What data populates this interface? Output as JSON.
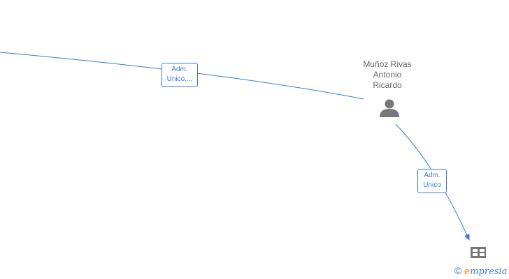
{
  "nodes": {
    "person": {
      "name_lines": [
        "Muñoz Rivas",
        "Antonio",
        "Ricardo"
      ],
      "icon": "person-icon"
    },
    "company": {
      "icon": "building-icon"
    }
  },
  "edges": [
    {
      "label_lines": [
        "Adm.",
        "Unico,..."
      ]
    },
    {
      "label_lines": [
        "Adm.",
        "Unico"
      ]
    }
  ],
  "watermark": {
    "copyright": "©",
    "brand_initial": "e",
    "brand_rest": "mpresia"
  },
  "colors": {
    "edge": "#3a7bd5",
    "icon": "#777777",
    "text": "#666666",
    "brand_accent": "#f0a030"
  }
}
